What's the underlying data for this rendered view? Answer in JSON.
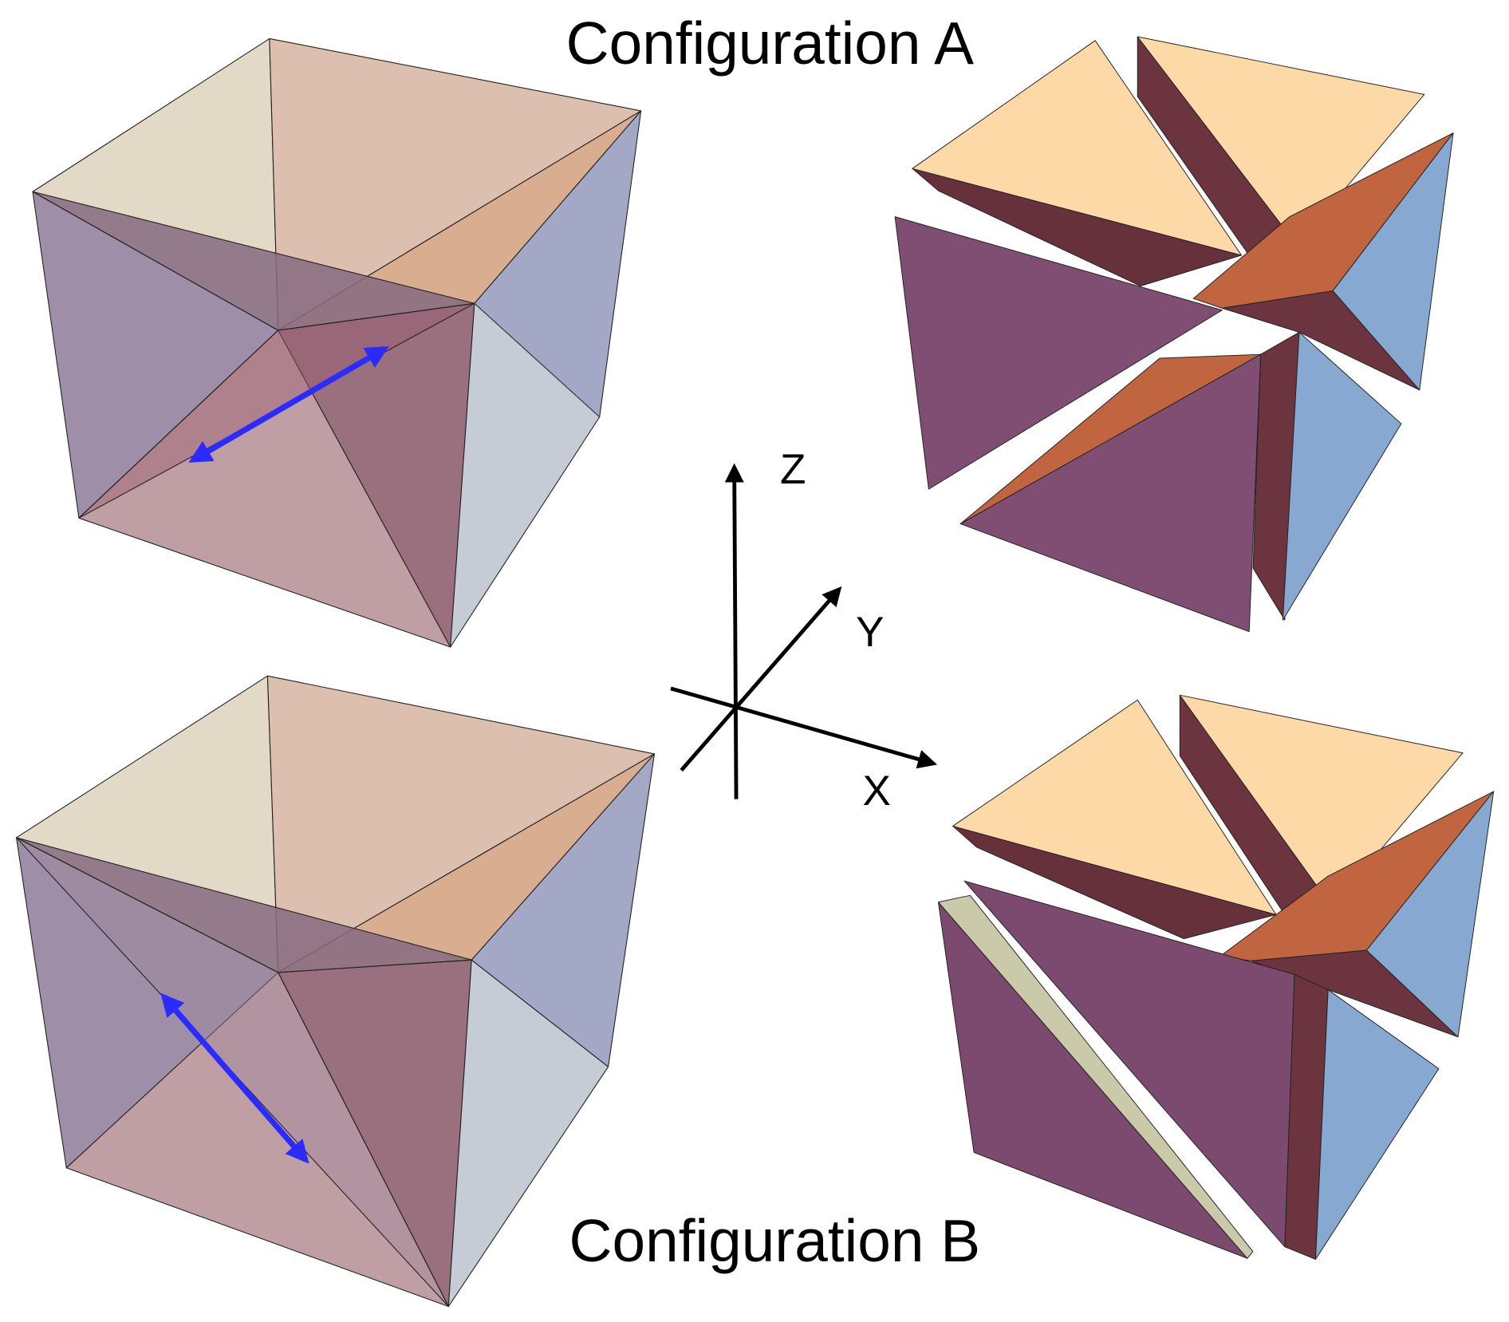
{
  "titles": {
    "config_a": "Configuration A",
    "config_b": "Configuration B"
  },
  "axes": {
    "x_label": "X",
    "y_label": "Y",
    "z_label": "Z"
  },
  "colors": {
    "arrow": "#2b2bff",
    "peach": "#fdd9a8",
    "maroon": "#6b343e",
    "orange": "#c0653f",
    "purple": "#7f4e72",
    "blue": "#87a8d0",
    "olive": "#cacaaa"
  }
}
